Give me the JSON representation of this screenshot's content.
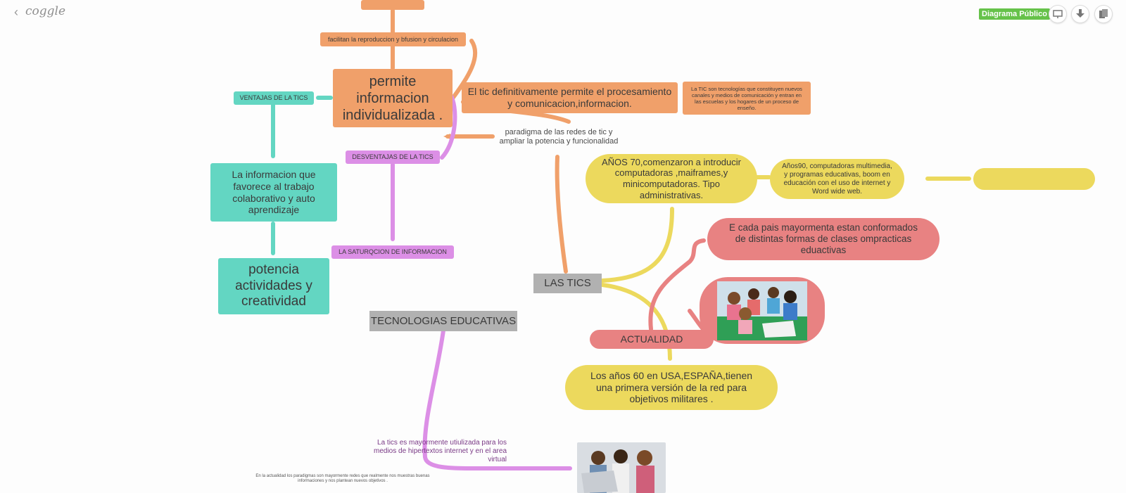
{
  "app": {
    "logo": "coggle",
    "back_icon": "chevron-left-icon",
    "public_badge": "Diagrama Público",
    "toolbar_icons": [
      "presentation-icon",
      "download-icon",
      "copy-icon"
    ]
  },
  "colors": {
    "orange": "#f0a06a",
    "teal": "#63d6c2",
    "purple": "#dc8fe6",
    "yellow": "#ecd95d",
    "red": "#e88282",
    "gray": "#b1b1b1",
    "badge_green": "#66c24a"
  },
  "nodes": {
    "facilitan": "facilitan la reproduccion y bfusion y circulacion",
    "permite": "permite informacion individualizada .",
    "el_tic": "El tic definitivamente permite el procesamiento y comunicacion,informacion.",
    "la_tic_def": "La TIC son tecnologías que constituyen nuevos canales y medios de comunicación y entran en las escuelas y los hogares de un proceso de enseño.",
    "ventajas": "VENTAJAS DE LA TICS",
    "paradigma": "paradigma de las redes de tic y ampliar la potencia y funcionalidad",
    "desventajas": "DESVENTAJAS DE LA TICS",
    "trabajo": "La informacion que favorece al trabajo colaborativo y auto aprendizaje",
    "potencia": "potencia actividades y creatividad",
    "saturacion": "LA SATURQCION DE INFORMACION",
    "anos70": "AÑOS 70,comenzaron a introducir computadoras ,maiframes,y minicomputadoras. Tipo administrativas.",
    "anos90": "Años90, computadoras multimedia, y programas educativas, boom en educación con el uso de internet y Word wide web.",
    "e_cada": "E cada pais mayormenta estan conformados de distintas formas de clases ompracticas eduactivas",
    "las_tics": "LAS TICS",
    "tecnologias": "TECNOLOGIAS EDUCATIVAS",
    "actualidad": "ACTUALIDAD",
    "anos60": "Los años 60 en USA,ESPAÑA,tienen una primera versión de la red para objetivos militares .",
    "la_tics_uso": "La tics es mayormente utiulizada para los medios de hipertextos internet y en el area virtual",
    "en_actualidad": "En la actualidad los paradigmas son mayormente redes que realmente nos muestras buenas informaciones y nos plantean nuevos objetivos ."
  }
}
